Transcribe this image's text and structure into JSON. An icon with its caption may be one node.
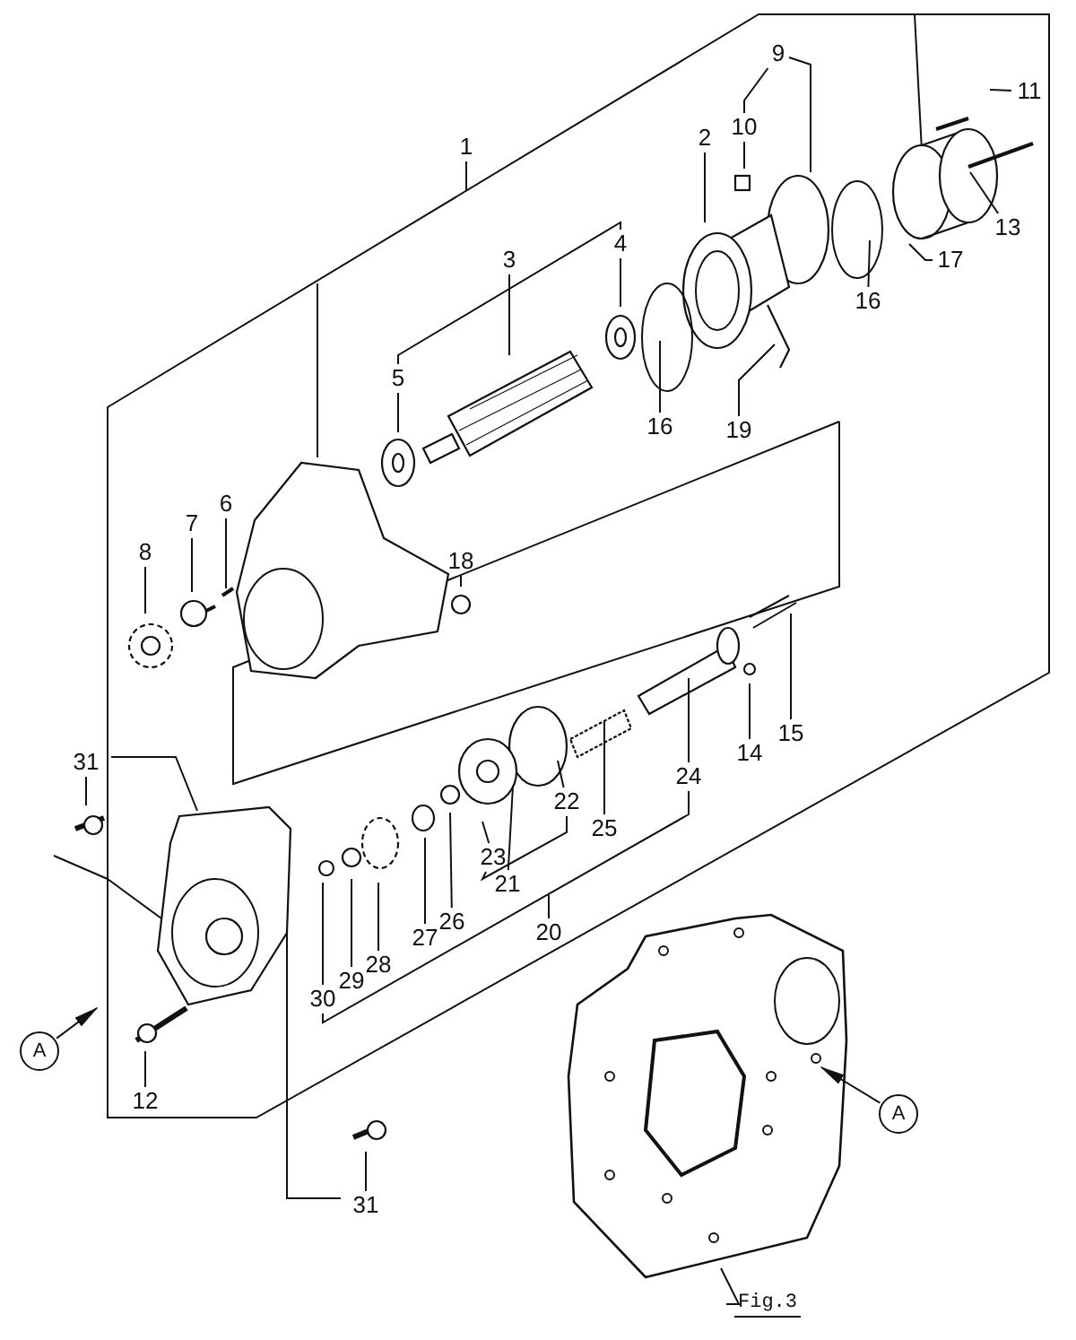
{
  "diagram": {
    "nodes": [
      {
        "text": [
          "1"
        ]
      },
      {
        "text": [
          "2"
        ]
      },
      {
        "text": [
          "3"
        ]
      },
      {
        "text": [
          "4"
        ]
      },
      {
        "text": [
          "5"
        ]
      },
      {
        "text": [
          "6"
        ]
      },
      {
        "text": [
          "7"
        ]
      },
      {
        "text": [
          "8"
        ]
      },
      {
        "text": [
          "9"
        ]
      },
      {
        "text": [
          "10"
        ]
      },
      {
        "text": [
          "11"
        ]
      },
      {
        "text": [
          "12"
        ]
      },
      {
        "text": [
          "13"
        ]
      },
      {
        "text": [
          "14"
        ]
      },
      {
        "text": [
          "15"
        ]
      },
      {
        "text": [
          "16"
        ]
      },
      {
        "text": [
          "16"
        ]
      },
      {
        "text": [
          "17"
        ]
      },
      {
        "text": [
          "18"
        ]
      },
      {
        "text": [
          "19"
        ]
      },
      {
        "text": [
          "20"
        ]
      },
      {
        "text": [
          "21"
        ]
      },
      {
        "text": [
          "22"
        ]
      },
      {
        "text": [
          "23"
        ]
      },
      {
        "text": [
          "24"
        ]
      },
      {
        "text": [
          "25"
        ]
      },
      {
        "text": [
          "26"
        ]
      },
      {
        "text": [
          "27"
        ]
      },
      {
        "text": [
          "28"
        ]
      },
      {
        "text": [
          "29"
        ]
      },
      {
        "text": [
          "30"
        ]
      },
      {
        "text": [
          "31"
        ]
      },
      {
        "text": [
          "31"
        ]
      },
      {
        "text": [
          "A"
        ]
      },
      {
        "text": [
          "A"
        ]
      },
      {
        "text": [
          "Fig.3"
        ]
      },
      {
        "text": [],
        "shape": "picture"
      }
    ],
    "edges": [
      {
        "from": 0,
        "to": null,
        "arrow": "none"
      },
      {
        "from": 1,
        "to": null,
        "arrow": "none"
      },
      {
        "from": 2,
        "to": null,
        "arrow": "none"
      },
      {
        "from": 3,
        "to": null,
        "arrow": "none"
      },
      {
        "from": 4,
        "to": null,
        "arrow": "none"
      },
      {
        "from": 5,
        "to": null,
        "arrow": "none"
      },
      {
        "from": 6,
        "to": null,
        "arrow": "none"
      },
      {
        "from": 7,
        "to": null,
        "arrow": "none"
      },
      {
        "from": 8,
        "to": null,
        "arrow": "none"
      },
      {
        "from": 9,
        "to": null,
        "arrow": "none"
      },
      {
        "from": 10,
        "to": null,
        "arrow": "none"
      },
      {
        "from": 11,
        "to": null,
        "arrow": "none"
      },
      {
        "from": 12,
        "to": null,
        "arrow": "none"
      },
      {
        "from": 13,
        "to": null,
        "arrow": "none"
      },
      {
        "from": 14,
        "to": null,
        "arrow": "none"
      },
      {
        "from": 15,
        "to": null,
        "arrow": "none"
      },
      {
        "from": 16,
        "to": null,
        "arrow": "none"
      },
      {
        "from": 17,
        "to": null,
        "arrow": "none"
      },
      {
        "from": 18,
        "to": null,
        "arrow": "none"
      },
      {
        "from": 19,
        "to": null,
        "arrow": "none"
      },
      {
        "from": 21,
        "to": null,
        "arrow": "none"
      },
      {
        "from": 22,
        "to": null,
        "arrow": "none"
      },
      {
        "from": 23,
        "to": null,
        "arrow": "none"
      },
      {
        "from": 24,
        "to": null,
        "arrow": "none"
      },
      {
        "from": 25,
        "to": null,
        "arrow": "none"
      },
      {
        "from": 26,
        "to": null,
        "arrow": "none"
      },
      {
        "from": 27,
        "to": null,
        "arrow": "none"
      },
      {
        "from": 28,
        "to": null,
        "arrow": "none"
      },
      {
        "from": 29,
        "to": null,
        "arrow": "none"
      },
      {
        "from": 30,
        "to": null,
        "arrow": "none"
      },
      {
        "from": 31,
        "to": null,
        "arrow": "none"
      },
      {
        "from": 32,
        "to": null,
        "arrow": "none"
      },
      {
        "from": 33,
        "to": null,
        "arrow": "to"
      },
      {
        "from": 34,
        "to": 36,
        "arrow": "to"
      },
      {
        "from": 35,
        "to": 36,
        "arrow": "none"
      },
      {
        "from": 4,
        "to": 3,
        "arrow": "none"
      },
      {
        "from": 8,
        "to": 9,
        "arrow": "none"
      },
      {
        "from": 23,
        "to": 22,
        "arrow": "none"
      },
      {
        "from": 30,
        "to": 24,
        "arrow": "none"
      },
      {
        "from": 20,
        "to": null,
        "arrow": "none"
      }
    ]
  }
}
